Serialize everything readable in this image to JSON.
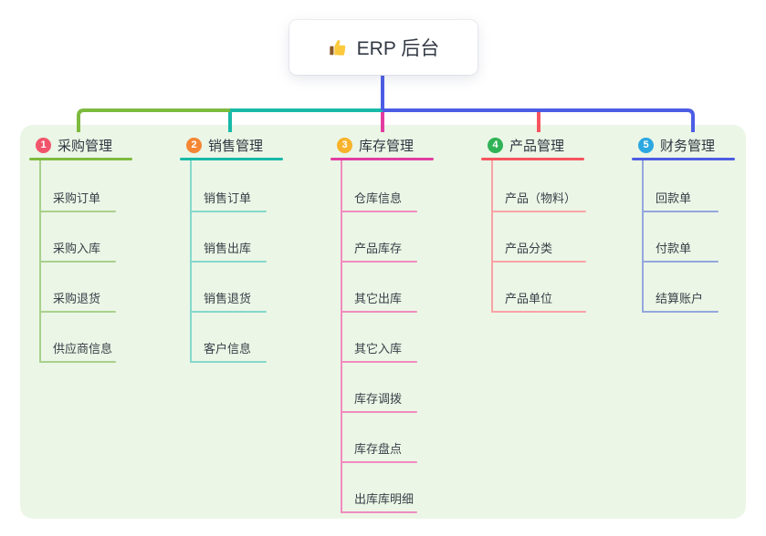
{
  "root": {
    "label": "ERP 后台",
    "icon": "thumbs-up"
  },
  "colors": {
    "panel_bg": "#ebf6e6",
    "trunk_blue": "#4c5de4",
    "card_bg": "#ffffff",
    "header_text": "#2f3540",
    "child_text": "#3a4049"
  },
  "branches": [
    {
      "number": "1",
      "label": "采购管理",
      "badge_color": "#f1556c",
      "line_color": "#7dbb3f",
      "child_line_color": "#a9d08c",
      "children": [
        "采购订单",
        "采购入库",
        "采购退货",
        "供应商信息"
      ]
    },
    {
      "number": "2",
      "label": "销售管理",
      "badge_color": "#f58634",
      "line_color": "#19b9a8",
      "child_line_color": "#85d8cc",
      "children": [
        "销售订单",
        "销售出库",
        "销售退货",
        "客户信息"
      ]
    },
    {
      "number": "3",
      "label": "库存管理",
      "badge_color": "#f7b32b",
      "line_color": "#e23da1",
      "child_line_color": "#f08bbf",
      "children": [
        "仓库信息",
        "产品库存",
        "其它出库",
        "其它入库",
        "库存调拨",
        "库存盘点",
        "出库库明细"
      ]
    },
    {
      "number": "4",
      "label": "产品管理",
      "badge_color": "#30b356",
      "line_color": "#f6545f",
      "child_line_color": "#f9a3a6",
      "children": [
        "产品（物料）",
        "产品分类",
        "产品单位"
      ]
    },
    {
      "number": "5",
      "label": "财务管理",
      "badge_color": "#2ca8e0",
      "line_color": "#4c5de4",
      "child_line_color": "#94a7dd",
      "children": [
        "回款单",
        "付款单",
        "结算账户"
      ]
    }
  ]
}
